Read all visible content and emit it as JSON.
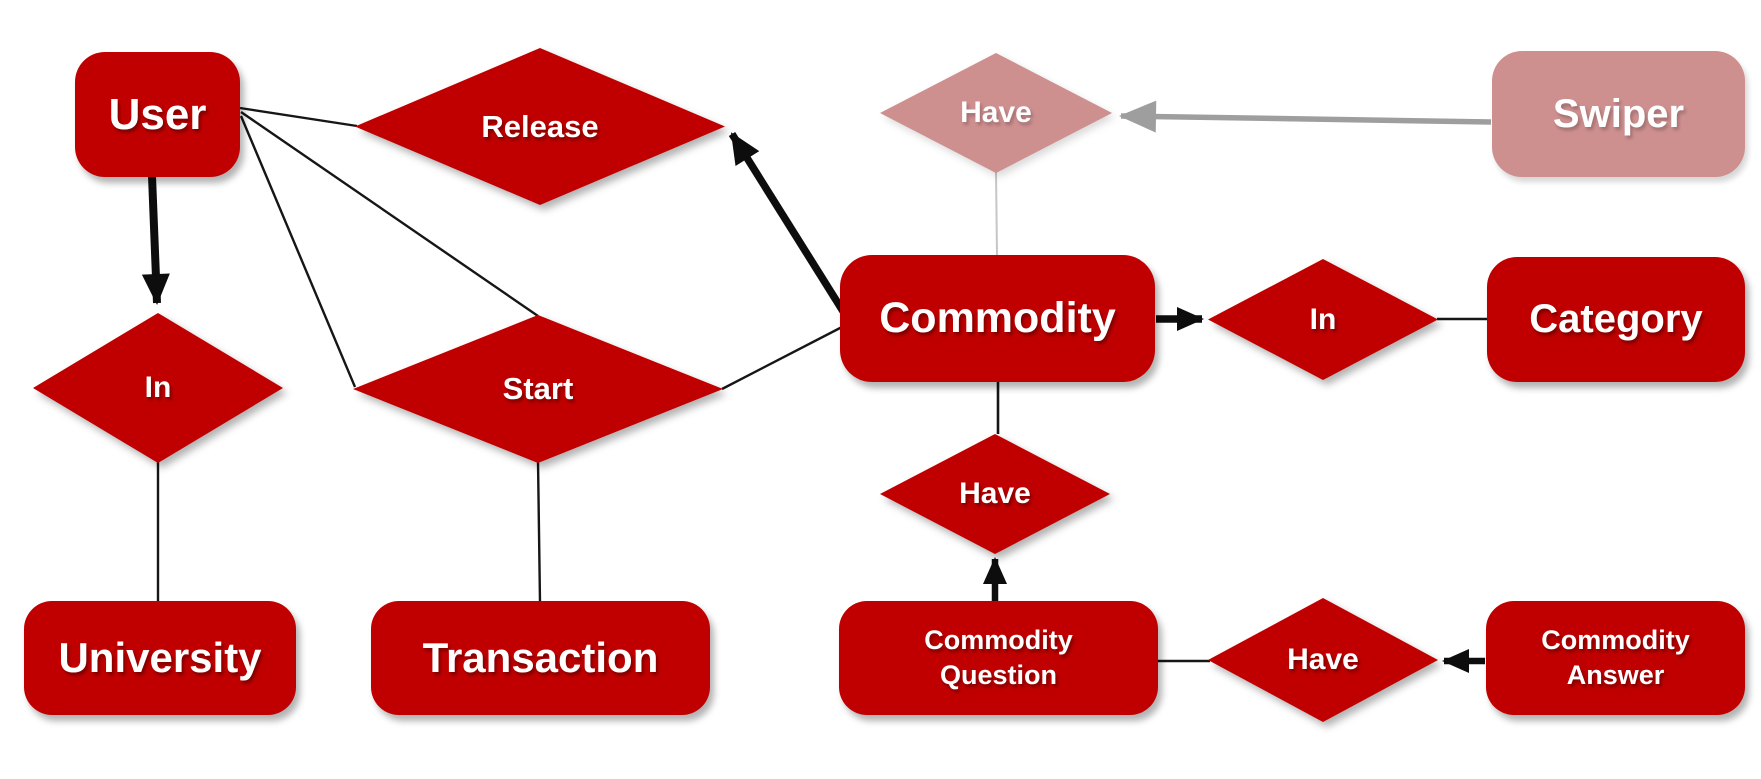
{
  "diagram_type": "entity-relationship-diagram",
  "palette": {
    "entity_red": "#C00000",
    "muted_pink": "#CE8F8F",
    "label_text": "#FFFFFF",
    "connector_black": "#0d0d0d",
    "muted_connector_gray": "#9e9e9e",
    "muted_thin_line_gray": "#c6c6c6"
  },
  "nodes": {
    "user": {
      "label": "User",
      "type": "entity"
    },
    "release": {
      "label": "Release",
      "type": "relationship"
    },
    "have_top": {
      "label": "Have",
      "type": "relationship",
      "muted": true
    },
    "swiper": {
      "label": "Swiper",
      "type": "entity",
      "muted": true
    },
    "in_left": {
      "label": "In",
      "type": "relationship"
    },
    "start": {
      "label": "Start",
      "type": "relationship"
    },
    "commodity": {
      "label": "Commodity",
      "type": "entity"
    },
    "in_right": {
      "label": "In",
      "type": "relationship"
    },
    "category": {
      "label": "Category",
      "type": "entity"
    },
    "have_mid": {
      "label": "Have",
      "type": "relationship"
    },
    "university": {
      "label": "University",
      "type": "entity"
    },
    "transaction": {
      "label": "Transaction",
      "type": "entity"
    },
    "commodity_question": {
      "label": "Commodity\nQuestion",
      "type": "entity"
    },
    "have_bottom": {
      "label": "Have",
      "type": "relationship"
    },
    "commodity_answer": {
      "label": "Commodity\nAnswer",
      "type": "entity"
    }
  },
  "edges": [
    {
      "from": "user",
      "to": "in_left",
      "style": "thick",
      "arrow": "to"
    },
    {
      "from": "in_left",
      "to": "university",
      "style": "thin",
      "arrow": "none"
    },
    {
      "from": "user",
      "to": "release",
      "style": "thin",
      "arrow": "none"
    },
    {
      "from": "user",
      "to": "start",
      "style": "thin",
      "arrow": "none",
      "anchor": "top-tip"
    },
    {
      "from": "user",
      "to": "start",
      "style": "thin",
      "arrow": "none",
      "anchor": "left-tip"
    },
    {
      "from": "start",
      "to": "transaction",
      "style": "thin",
      "arrow": "none"
    },
    {
      "from": "start",
      "to": "commodity",
      "style": "thin",
      "arrow": "none"
    },
    {
      "from": "commodity",
      "to": "release",
      "style": "thick",
      "arrow": "to"
    },
    {
      "from": "commodity",
      "to": "in_right",
      "style": "thick",
      "arrow": "to"
    },
    {
      "from": "in_right",
      "to": "category",
      "style": "thin",
      "arrow": "none"
    },
    {
      "from": "swiper",
      "to": "have_top",
      "style": "thick-muted",
      "arrow": "to"
    },
    {
      "from": "have_top",
      "to": "commodity",
      "style": "thin-muted",
      "arrow": "none"
    },
    {
      "from": "commodity",
      "to": "have_mid",
      "style": "thin",
      "arrow": "none"
    },
    {
      "from": "commodity_question",
      "to": "have_mid",
      "style": "thick",
      "arrow": "to"
    },
    {
      "from": "commodity_question",
      "to": "have_bottom",
      "style": "thin",
      "arrow": "none"
    },
    {
      "from": "commodity_answer",
      "to": "have_bottom",
      "style": "thick",
      "arrow": "to"
    }
  ]
}
